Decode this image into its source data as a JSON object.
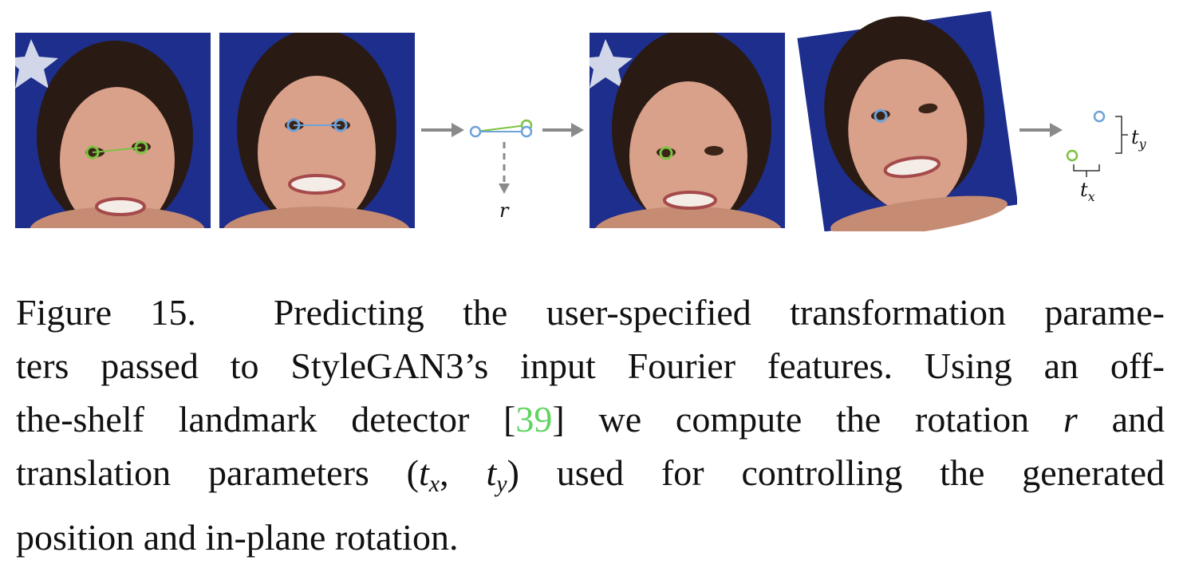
{
  "figure": {
    "labels": {
      "rotation": "r",
      "ty_base": "t",
      "ty_sub": "y",
      "tx_base": "t",
      "tx_sub": "x"
    },
    "colors": {
      "landmark_green": "#7cc242",
      "landmark_blue": "#6ea3d8",
      "arrow_gray": "#8a8a8a",
      "background_blue": "#1d2e8c"
    }
  },
  "caption": {
    "prefix": "Figure 15.",
    "line1_text": "Predicting the user-specified transformation parame-",
    "line2": "ters passed to StyleGAN3’s input Fourier features. Using an off-",
    "line3_a": "the-shelf landmark detector [",
    "line3_cite": "39",
    "line3_b": "] we compute the rotation",
    "line3_r": "r",
    "line3_c": "and",
    "line4_a": "translation parameters (",
    "line4_t1": "t",
    "line4_t1_sub": "x",
    "line4_comma": ",",
    "line4_t2": "t",
    "line4_t2_sub": "y",
    "line4_b": ") used for controlling the generated",
    "line5": "position and in-plane rotation."
  }
}
